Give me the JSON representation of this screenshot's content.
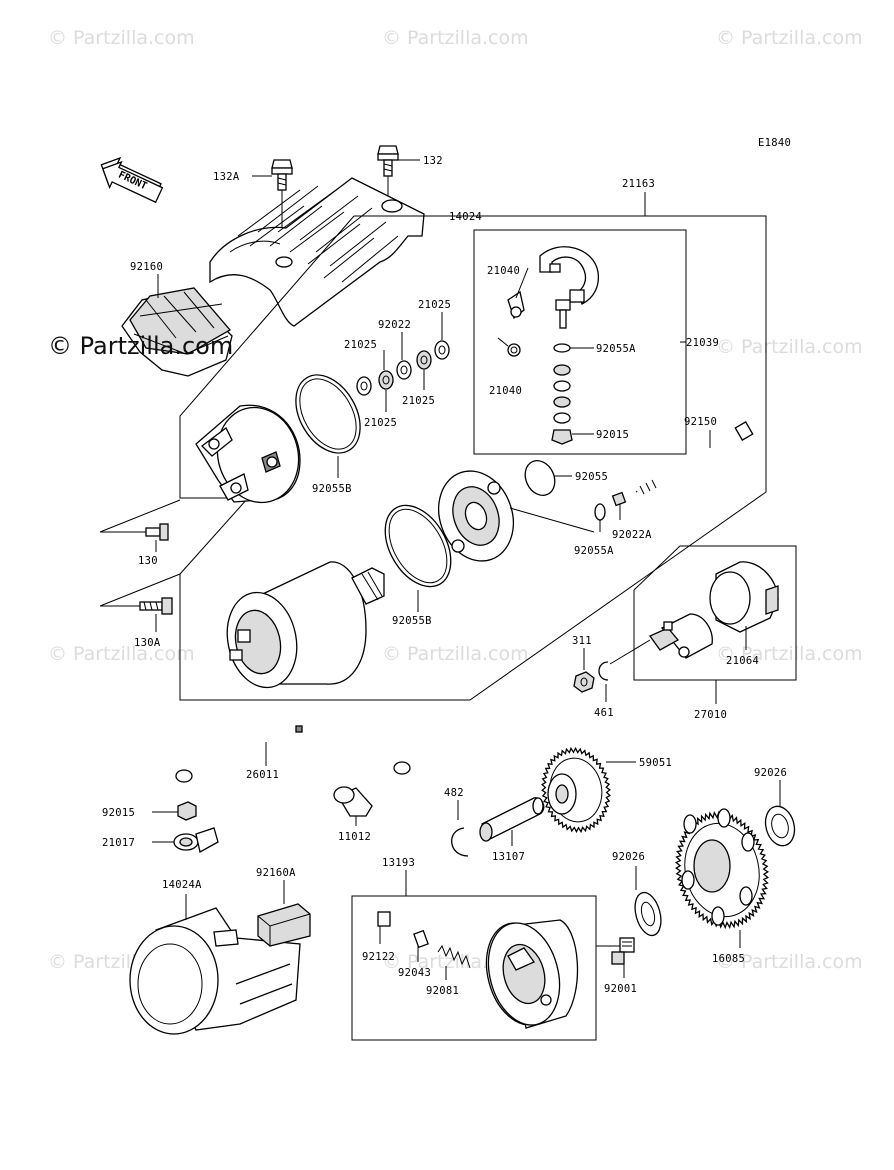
{
  "watermarks": {
    "text": "© Partzilla.com",
    "prominent": "© Partzilla.com"
  },
  "diagram_code": "E1840",
  "front_label": "FRONT",
  "labels": {
    "p132A": "132A",
    "p132": "132",
    "p14024": "14024",
    "p21163": "21163",
    "p92160": "92160",
    "p21040a": "21040",
    "p21040b": "21040",
    "p21025a": "21025",
    "p92022": "92022",
    "p21025b": "21025",
    "p21025c": "21025",
    "p21025d": "21025",
    "p92055A_top": "92055A",
    "p21039": "21039",
    "p92015_top": "92015",
    "p92150": "92150",
    "p92055B_a": "92055B",
    "p92055": "92055",
    "p92022A": "92022A",
    "p92055A_mid": "92055A",
    "p130": "130",
    "p130A": "130A",
    "p92055B_b": "92055B",
    "p311": "311",
    "p461": "461",
    "p21064": "21064",
    "p27010": "27010",
    "p26011": "26011",
    "p59051": "59051",
    "p92026_r": "92026",
    "p92015_bot": "92015",
    "p482": "482",
    "p11012": "11012",
    "p21017": "21017",
    "p13107": "13107",
    "p92026_m": "92026",
    "p13193": "13193",
    "p14024A": "14024A",
    "p92160A": "92160A",
    "p92122": "92122",
    "p92043": "92043",
    "p92081": "92081",
    "p92001": "92001",
    "p16085": "16085"
  }
}
